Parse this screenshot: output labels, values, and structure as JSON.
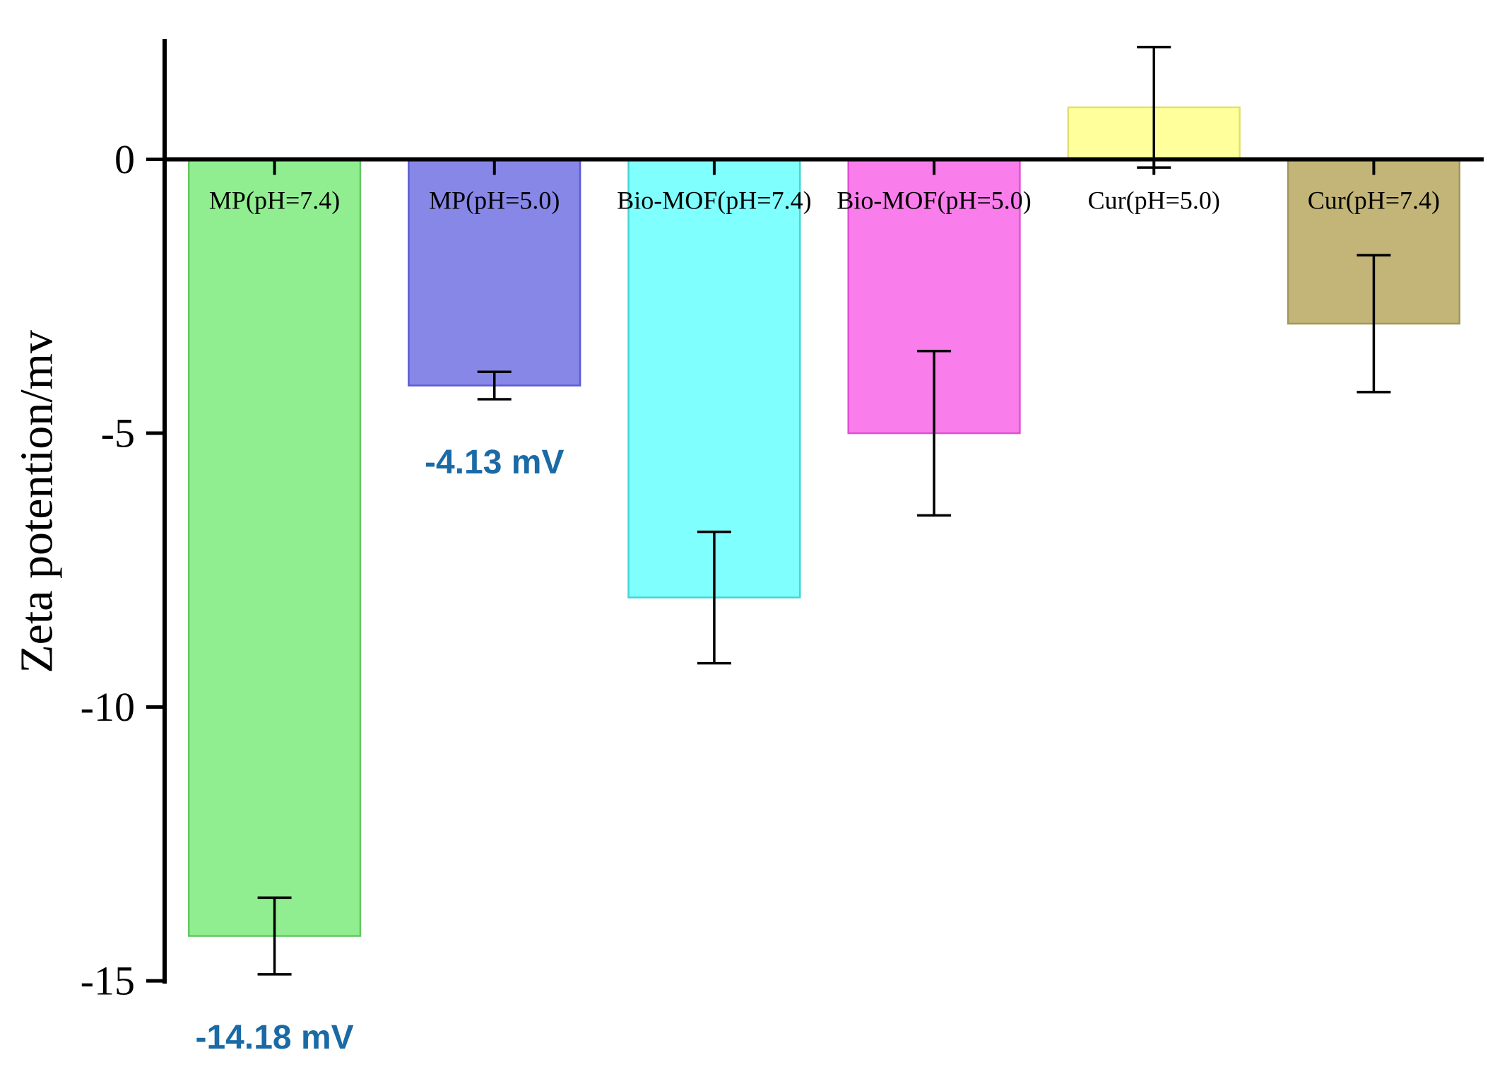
{
  "figure": {
    "background": "#ffffff",
    "axis_color": "#000000"
  },
  "chart_data": {
    "type": "bar",
    "title": "",
    "xlabel": "",
    "ylabel": "Zeta potention/mv",
    "ylim": [
      -15.05,
      2.2
    ],
    "yticks": [
      0,
      -5,
      -10,
      -15
    ],
    "grid": false,
    "legend_position": "none",
    "categories": [
      "MP(pH=7.4)",
      "MP(pH=5.0)",
      "Bio-MOF(pH=7.4)",
      "Bio-MOF(pH=5.0)",
      "Cur(pH=5.0)",
      "Cur(pH=7.4)"
    ],
    "values": [
      -14.18,
      -4.13,
      -8.0,
      -5.0,
      0.95,
      -3.0
    ],
    "errors": [
      0.7,
      0.25,
      1.2,
      1.5,
      1.1,
      1.25
    ],
    "bar_colors": [
      "#90EE90",
      "#8787E8",
      "#80FFFF",
      "#F97DEB",
      "#FFFF9C",
      "#C2B577"
    ],
    "bar_border_colors": [
      "#63C763",
      "#5B5BD6",
      "#45D5D5",
      "#E24FD3",
      "#E0E070",
      "#A2965B"
    ],
    "error_bar_color": "#000000",
    "annotation_color": "#1A6AA5",
    "annotations": [
      {
        "text": "-14.18 mV",
        "bar_index": 0,
        "color": "#1A6AA5"
      },
      {
        "text": "-4.13 mV",
        "bar_index": 1,
        "color": "#1A6AA5"
      }
    ]
  }
}
